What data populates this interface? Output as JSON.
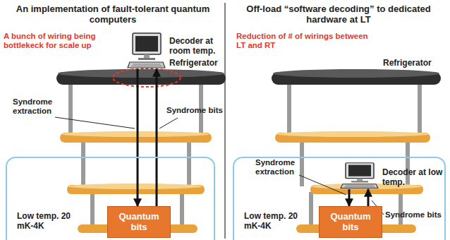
{
  "diagram": {
    "nodes": [
      {
        "text": [
          "Decoder at room temp."
        ]
      },
      {
        "text": [
          "Refrigerator"
        ]
      },
      {
        "text": [
          "Low temp. 20 mK-4K"
        ]
      },
      {
        "text": [
          "Quantum bits"
        ],
        "in": 2
      },
      {
        "text": [
          "Refrigerator"
        ]
      },
      {
        "text": [
          "Low temp. 20 mK-4K"
        ]
      },
      {
        "text": [
          "Decoder at low temp."
        ],
        "in": 5
      },
      {
        "text": [
          "Quantum bits"
        ],
        "in": 5
      }
    ],
    "edges": [
      {
        "from": 0,
        "to": 3,
        "arrow": "to"
      },
      {
        "from": 3,
        "to": 0,
        "arrow": "to"
      },
      {
        "from": 6,
        "to": 7,
        "arrow": "to"
      },
      {
        "from": 7,
        "to": 6,
        "arrow": "to"
      }
    ],
    "labels": [
      "An implementation of fault-tolerant quantum computers",
      "Off-load “software decoding” to dedicated hardware at LT",
      "A bunch of wiring being bottlekeck for scale up",
      "Syndrome extraction",
      "Syndrome bits",
      "Reduction of # of wirings between LT and RT",
      "Syndrome extraction",
      "Syndrome bits"
    ]
  }
}
